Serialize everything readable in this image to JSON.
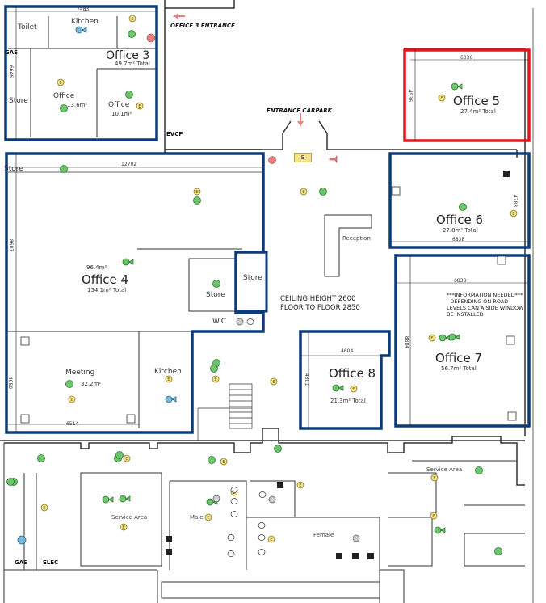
{
  "plan": {
    "title": "Office Floor Plan",
    "colors": {
      "wall": "#333333",
      "office_outline": "#0d3b7a",
      "highlight_outline": "#e8141c",
      "light_fixture": "#6cc46c",
      "emergency_light": "#f2e38c",
      "alarm": "#e68080",
      "water": "#7ab8d8"
    },
    "highlighted_room": "Office 5",
    "general": {
      "ceiling_height": "CEILING HEIGHT 2600",
      "floor_to_floor": "FLOOR TO FLOOR 2850"
    },
    "markers": {
      "office3_entrance": "OFFICE 3 ENTRANCE",
      "entrance_carpark": "ENTRANCE CARPARK",
      "evcp": "EVCP",
      "gas_top": "GAS",
      "gas_bottom": "GAS",
      "elec": "ELEC",
      "exit_sign": "E"
    },
    "rooms": {
      "office3": {
        "name": "Office 3",
        "area": "49.7m² Total",
        "width_dim": "7483",
        "height_dim": "6646"
      },
      "office3_kitchen": {
        "name": "Kitchen"
      },
      "office3_toilet": {
        "name": "Toilet"
      },
      "office3_store": {
        "name": "Store"
      },
      "office3_office_a": {
        "name": "Office",
        "area": "13.6m²"
      },
      "office3_office_b": {
        "name": "Office",
        "area": "10.1m²"
      },
      "office5": {
        "name": "Office 5",
        "area": "27.4m² Total",
        "width_dim": "6036",
        "height_dim": "4536"
      },
      "office4": {
        "name": "Office 4",
        "area": "154.1m² Total",
        "main_area": "96.4m²",
        "width_dim": "12702",
        "height_dim": "8687"
      },
      "office4_store_tl": {
        "name": "Store"
      },
      "office4_store": {
        "name": "Store"
      },
      "corridor_store": {
        "name": "Store"
      },
      "wc": {
        "name": "W.C"
      },
      "meeting": {
        "name": "Meeting",
        "area": "32.2m²",
        "width_dim": "6514",
        "height_dim": "4950"
      },
      "office4_kitchen": {
        "name": "Kitchen"
      },
      "reception": {
        "name": "Reception"
      },
      "office6": {
        "name": "Office 6",
        "area": "27.8m² Total",
        "width_dim": "6838",
        "height_dim": "4783"
      },
      "office7": {
        "name": "Office 7",
        "area": "56.7m² Total",
        "width_dim": "6838",
        "height_dim": "8884",
        "note": [
          "***INFORMATION NEEDED***",
          " - DEPENDING ON ROAD",
          "LEVELS CAN A SIDE WINDOW",
          "BE INSTALLED"
        ]
      },
      "office8": {
        "name": "Office 8",
        "area": "21.3m² Total",
        "width_dim": "4604",
        "height_dim": "4801"
      },
      "service_left": {
        "name": "Service Area"
      },
      "service_right": {
        "name": "Service Area"
      },
      "male": {
        "name": "Male"
      },
      "female": {
        "name": "Female"
      }
    }
  }
}
